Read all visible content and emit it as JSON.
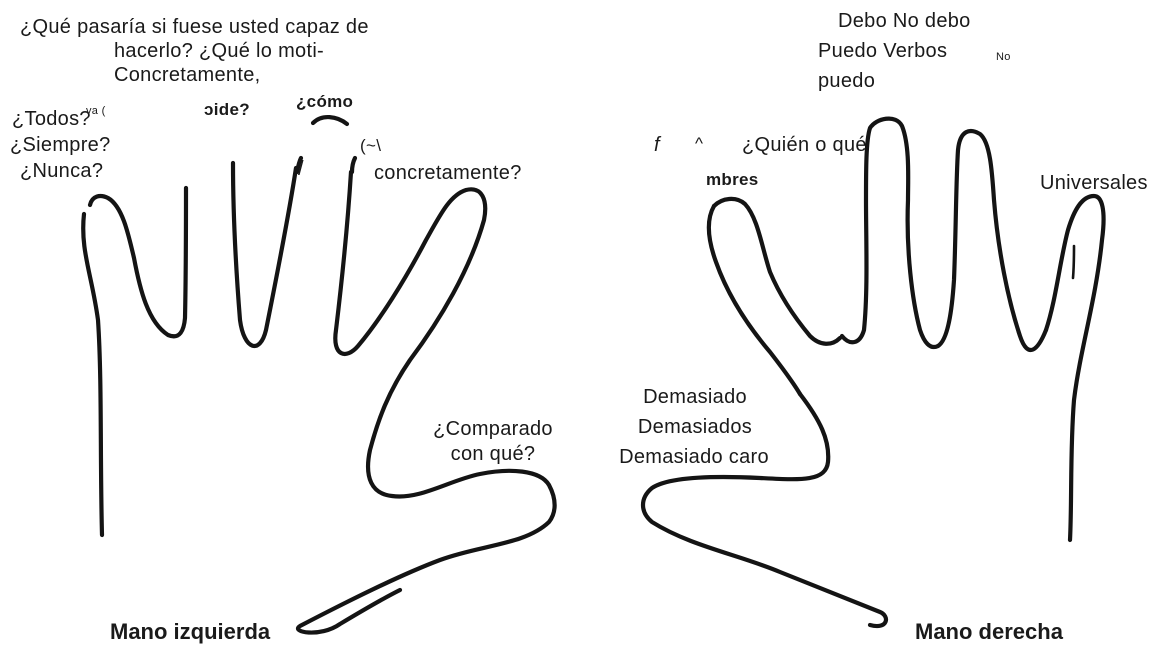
{
  "left_hand": {
    "caption": "Mano izquierda",
    "question_line1": "¿Qué pasaría si fuese usted capaz de",
    "question_line2": "hacerlo? ¿Qué lo moti-",
    "question_line3": "Concretamente,",
    "todos": "¿Todos?",
    "va_fragment": "va (",
    "pide_fragment": "ɔide?",
    "como_fragment": "¿cómo",
    "siempre": "¿Siempre?",
    "nunca": "¿Nunca?",
    "tilde_fragment": "(~\\",
    "concretamente": "concretamente?",
    "slash_fragment": "/",
    "comparado_line1": "¿Comparado",
    "comparado_line2": "con qué?"
  },
  "right_hand": {
    "caption": "Mano derecha",
    "debo_line": "Debo No debo",
    "puedo_line": "Puedo Verbos",
    "no_fragment": "No",
    "puedo_word": "puedo",
    "f_fragment": "f",
    "caret_fragment": "^",
    "quien": "¿Quién o qué",
    "mbres_fragment": "mbres",
    "universales": "Universales",
    "demasiado1": "Demasiado",
    "demasiado2": "Demasiados",
    "demasiado3": "Demasiado caro"
  }
}
